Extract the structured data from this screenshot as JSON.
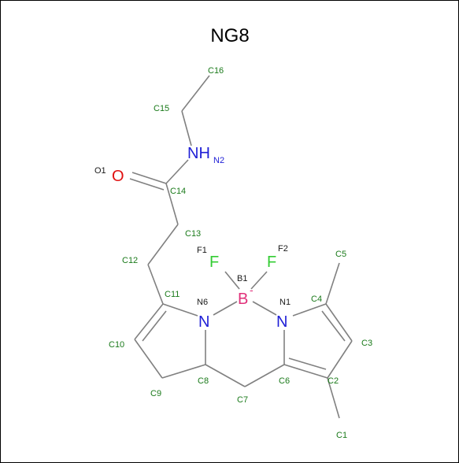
{
  "title": "NG8",
  "colors": {
    "carbon_label": "#1a7a1a",
    "bond": "#808080",
    "nitrogen": "#1f1fd6",
    "oxygen": "#e01010",
    "fluorine": "#33cc33",
    "boron": "#e0307a"
  },
  "atoms": {
    "N2": {
      "symbol": "NH",
      "label": "N2"
    },
    "O1": {
      "symbol": "O",
      "label": "O1"
    },
    "F1": {
      "symbol": "F",
      "label": "F1"
    },
    "F2": {
      "symbol": "F",
      "label": "F2"
    },
    "B1": {
      "symbol": "B",
      "charge": "-",
      "label": "B1"
    },
    "N6": {
      "symbol": "N",
      "label": "N6"
    },
    "N1": {
      "symbol": "N",
      "label": "N1"
    }
  },
  "carbon_labels": {
    "C1": "C1",
    "C2": "C2",
    "C3": "C3",
    "C4": "C4",
    "C5": "C5",
    "C6": "C6",
    "C7": "C7",
    "C8": "C8",
    "C9": "C9",
    "C10": "C10",
    "C11": "C11",
    "C12": "C12",
    "C13": "C13",
    "C14": "C14",
    "C15": "C15",
    "C16": "C16"
  }
}
